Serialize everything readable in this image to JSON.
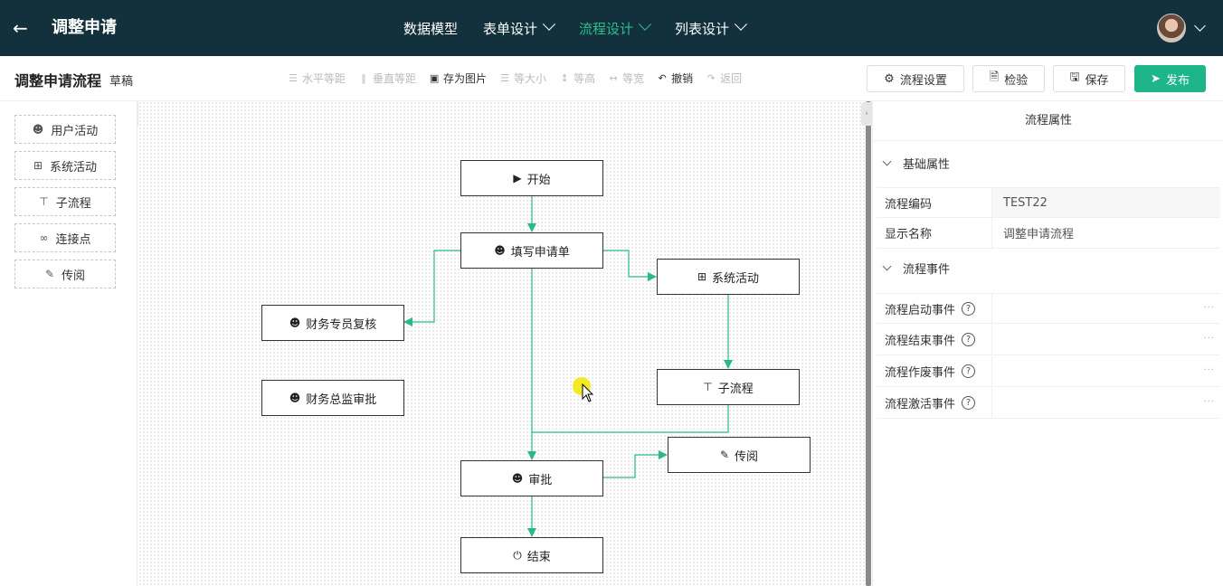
{
  "header": {
    "back_icon": "arrow-left-icon",
    "title": "调整申请",
    "nav": [
      {
        "label": "数据模型",
        "has_dropdown": false,
        "active": false
      },
      {
        "label": "表单设计",
        "has_dropdown": true,
        "active": false
      },
      {
        "label": "流程设计",
        "has_dropdown": true,
        "active": true
      },
      {
        "label": "列表设计",
        "has_dropdown": true,
        "active": false
      }
    ],
    "accent_color": "#2dbf8f",
    "bg_color": "#13303d"
  },
  "toolbar": {
    "flow_title": "调整申请流程",
    "status": "草稿",
    "tools": [
      {
        "label": "水平等距",
        "icon": "align-horizontal-icon",
        "enabled": false
      },
      {
        "label": "垂直等距",
        "icon": "align-vertical-icon",
        "enabled": false
      },
      {
        "label": "存为图片",
        "icon": "image-icon",
        "enabled": true
      },
      {
        "label": "等大小",
        "icon": "same-size-icon",
        "enabled": false
      },
      {
        "label": "等高",
        "icon": "same-height-icon",
        "enabled": false
      },
      {
        "label": "等宽",
        "icon": "same-width-icon",
        "enabled": false
      },
      {
        "label": "撤销",
        "icon": "undo-icon",
        "enabled": true
      },
      {
        "label": "返回",
        "icon": "redo-icon",
        "enabled": false
      }
    ],
    "buttons": {
      "settings": "流程设置",
      "check": "检验",
      "save": "保存",
      "publish": "发布"
    },
    "primary_color": "#1fb58a"
  },
  "palette": [
    {
      "label": "用户活动",
      "icon": "user-icon"
    },
    {
      "label": "系统活动",
      "icon": "grid-icon"
    },
    {
      "label": "子流程",
      "icon": "subprocess-icon"
    },
    {
      "label": "连接点",
      "icon": "link-icon"
    },
    {
      "label": "传阅",
      "icon": "circulate-icon"
    }
  ],
  "nodes": {
    "start": {
      "label": "开始",
      "icon": "play-circle-icon"
    },
    "fill": {
      "label": "填写申请单",
      "icon": "user-icon"
    },
    "system": {
      "label": "系统活动",
      "icon": "grid-icon"
    },
    "finance_review": {
      "label": "财务专员复核",
      "icon": "user-icon"
    },
    "finance_approve": {
      "label": "财务总监审批",
      "icon": "user-icon"
    },
    "subflow": {
      "label": "子流程",
      "icon": "subprocess-icon"
    },
    "circulate": {
      "label": "传阅",
      "icon": "circulate-icon"
    },
    "approve": {
      "label": "审批",
      "icon": "user-icon"
    },
    "end": {
      "label": "结束",
      "icon": "power-icon"
    }
  },
  "edge_color": "#2bb98a",
  "panel": {
    "title": "流程属性",
    "sections": {
      "basic": "基础属性",
      "events": "流程事件"
    },
    "basic_rows": [
      {
        "key": "流程编码",
        "value": "TEST22"
      },
      {
        "key": "显示名称",
        "value": "调整申请流程"
      }
    ],
    "event_rows": [
      {
        "key": "流程启动事件",
        "value": ""
      },
      {
        "key": "流程结束事件",
        "value": ""
      },
      {
        "key": "流程作废事件",
        "value": ""
      },
      {
        "key": "流程激活事件",
        "value": ""
      }
    ]
  }
}
